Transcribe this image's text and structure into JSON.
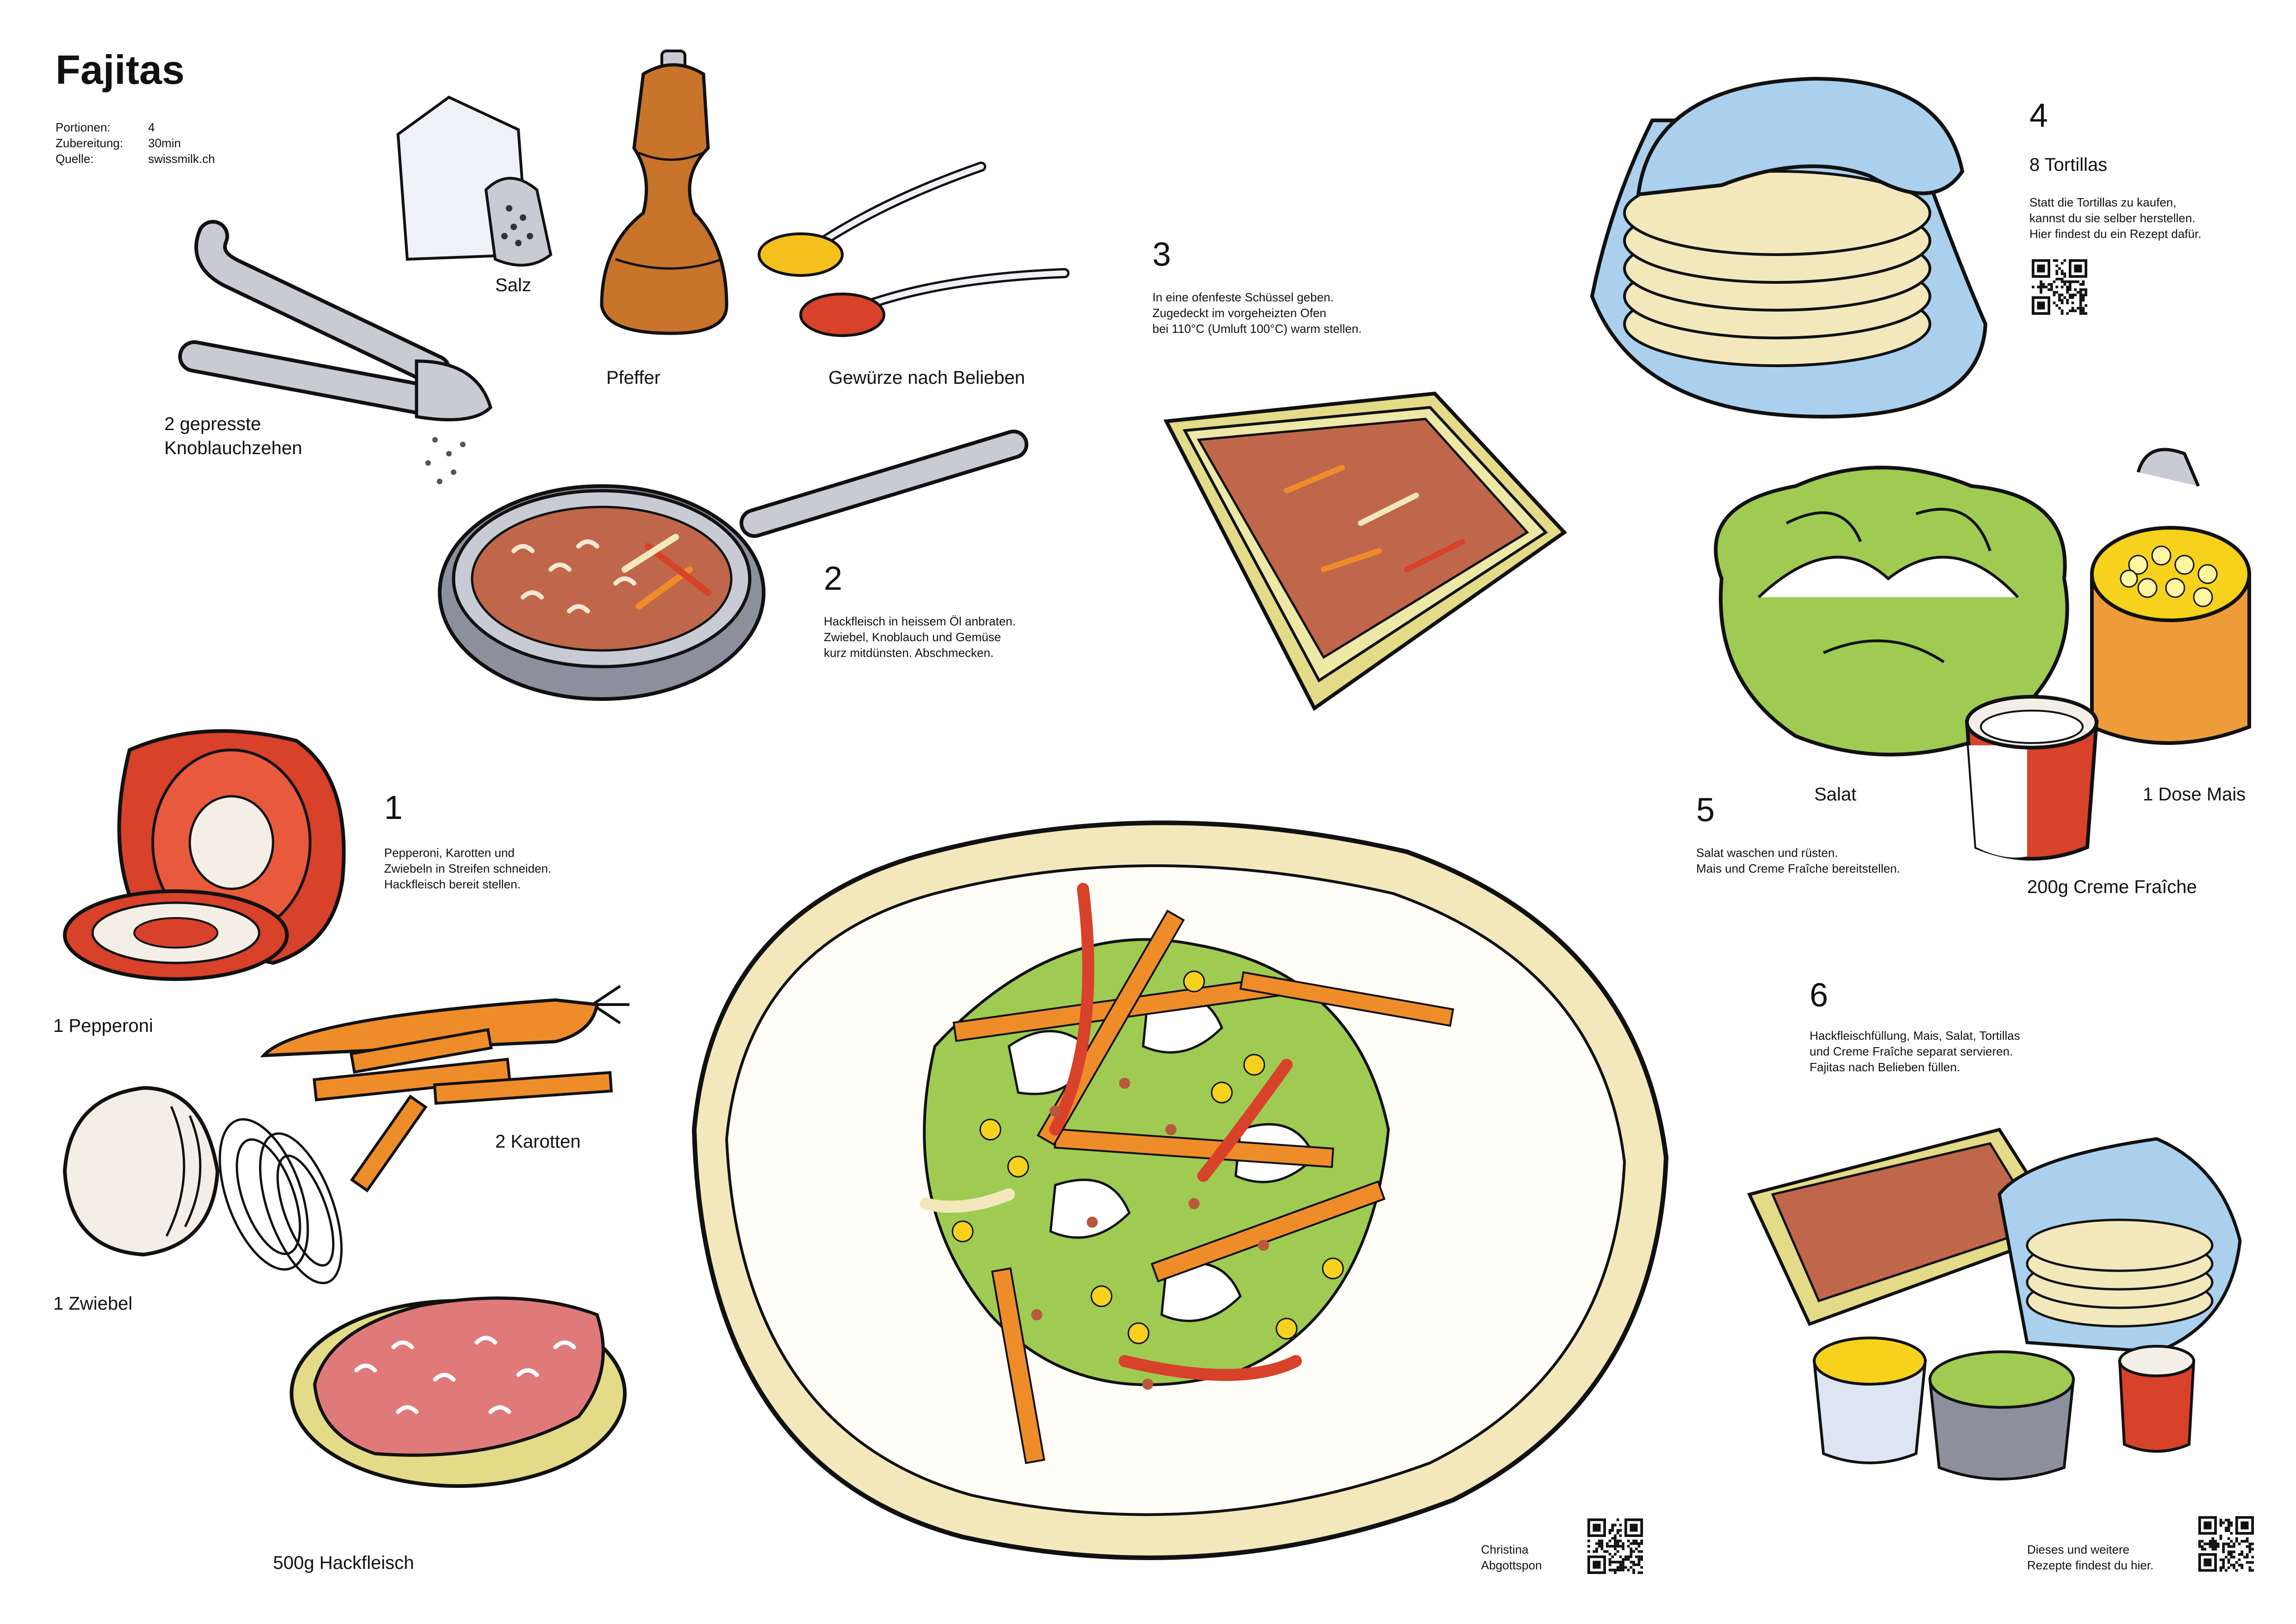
{
  "title": "Fajitas",
  "meta": {
    "servings_label": "Portionen:",
    "servings_value": "4",
    "time_label": "Zubereitung:",
    "time_value": "30min",
    "source_label": "Quelle:",
    "source_value": "swissmilk.ch"
  },
  "ingredients": {
    "salt": "Salz",
    "pepper": "Pfeffer",
    "spices": "Gewürze nach Belieben",
    "garlic": "2 gepresste\nKnoblauchzehen",
    "bell_pepper": "1 Pepperoni",
    "carrots": "2 Karotten",
    "onion": "1 Zwiebel",
    "mince": "500g Hackfleisch",
    "tortillas": "8 Tortillas",
    "lettuce": "Salat",
    "corn": "1 Dose Mais",
    "creme": "200g Creme Fraîche"
  },
  "steps": [
    {
      "num": "1",
      "text": "Pepperoni, Karotten und\nZwiebeln in Streifen schneiden.\nHackfleisch bereit stellen."
    },
    {
      "num": "2",
      "text": "Hackfleisch in heissem Öl anbraten.\nZwiebel, Knoblauch und Gemüse\nkurz mitdünsten. Abschmecken."
    },
    {
      "num": "3",
      "text": "In eine ofenfeste Schüssel geben.\nZugedeckt im vorgeheizten Ofen\nbei 110°C (Umluft 100°C) warm stellen."
    },
    {
      "num": "4",
      "text": "Statt die Tortillas zu kaufen,\nkannst du sie selber herstellen.\nHier findest du ein Rezept dafür."
    },
    {
      "num": "5",
      "text": "Salat waschen und rüsten.\nMais und Creme Fraîche bereitstellen."
    },
    {
      "num": "6",
      "text": "Hackfleischfüllung, Mais, Salat, Tortillas\nund Creme Fraîche separat servieren.\nFajitas nach Belieben füllen."
    }
  ],
  "credit": {
    "artist": "Christina\nAbgottspon",
    "more_recipes": "Dieses und weitere\nRezepte findest du hier."
  },
  "colors": {
    "red": "#d8412a",
    "orange": "#ee8c2a",
    "yellow": "#f6d21c",
    "green": "#9fcb52",
    "blue": "#aad0ee",
    "tortilla": "#f3e8bc",
    "dish": "#e3db87",
    "meat": "#b9573f",
    "grey": "#c8cbd4"
  }
}
